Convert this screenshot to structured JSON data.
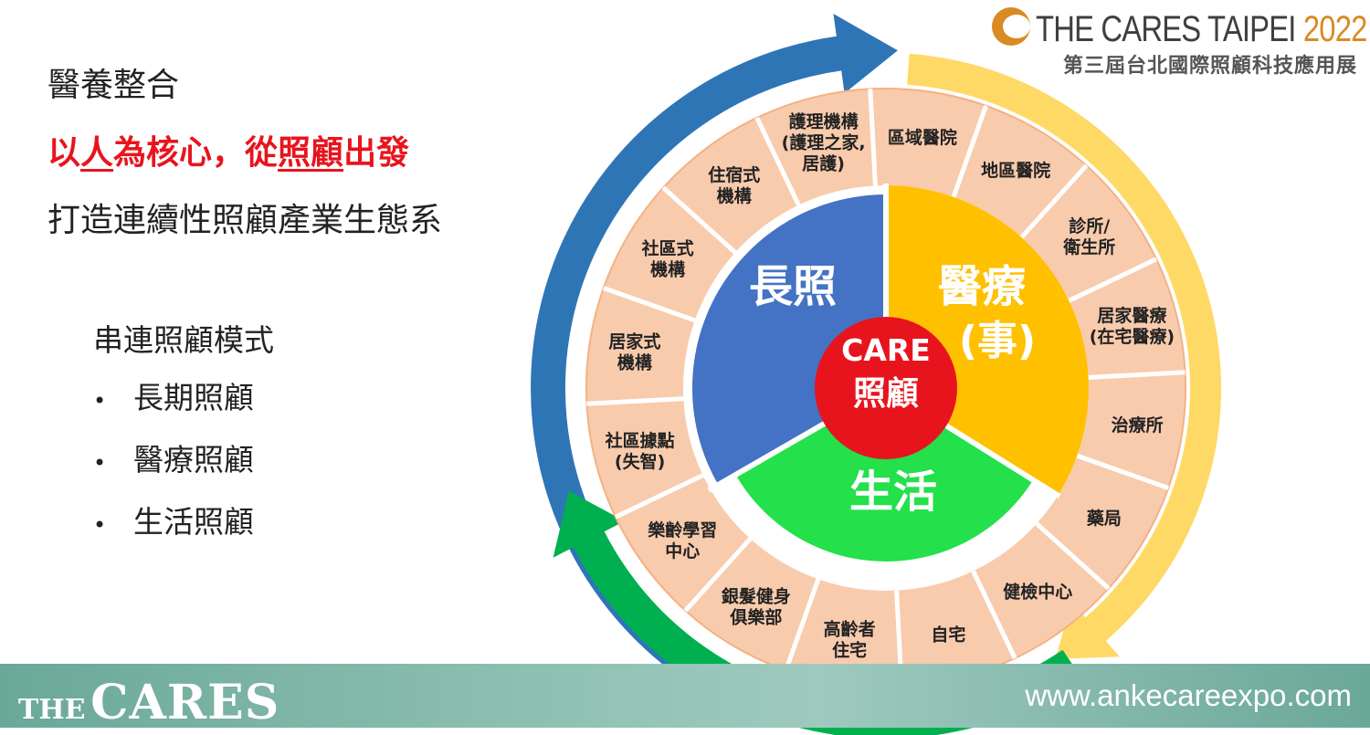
{
  "logo": {
    "title": "THE CARES TAIPEI",
    "year": "2022",
    "subtitle": "第三屆台北國際照顧科技應用展"
  },
  "heading": "醫養整合",
  "tagline": {
    "p1": "以",
    "p2": "人",
    "p3": "為核心，從",
    "p4": "照顧",
    "p5": "出發"
  },
  "tagline2": "打造連續性照顧產業生態系",
  "modes": {
    "title": "串連照顧模式",
    "bullet": "•",
    "items": [
      "長期照顧",
      "醫療照顧",
      "生活照顧"
    ]
  },
  "wheel": {
    "center": [
      "CARE",
      "照顧"
    ],
    "sectors": {
      "long_term": "長照",
      "medical": [
        "醫療",
        "(事)"
      ],
      "life": "生活"
    },
    "colors": {
      "long_term": "#4472c4",
      "medical": "#ffc000",
      "life": "#23e04b",
      "center": "#e8141d",
      "ring": "#f8cbad",
      "arrow_blue": "#2e75b6",
      "arrow_yellow": "#ffd966",
      "arrow_green": "#00b050"
    },
    "ring_segments": [
      [
        "區域醫院"
      ],
      [
        "地區醫院"
      ],
      [
        "診所/",
        "衛生所"
      ],
      [
        "居家醫療",
        "(在宅醫療)"
      ],
      [
        "治療所"
      ],
      [
        "藥局"
      ],
      [
        "健檢中心"
      ],
      [
        "自宅"
      ],
      [
        "高齡者",
        "住宅"
      ],
      [
        "銀髮健身",
        "俱樂部"
      ],
      [
        "樂齡學習",
        "中心"
      ],
      [
        "社區據點",
        "(失智)"
      ],
      [
        "居家式",
        "機構"
      ],
      [
        "社區式",
        "機構"
      ],
      [
        "住宿式",
        "機構"
      ],
      [
        "護理機構",
        "(護理之家,",
        "居護)"
      ]
    ]
  },
  "footer": {
    "brand_the": "THE",
    "brand_cares": "CARES",
    "url": "www.ankecareexpo.com"
  }
}
